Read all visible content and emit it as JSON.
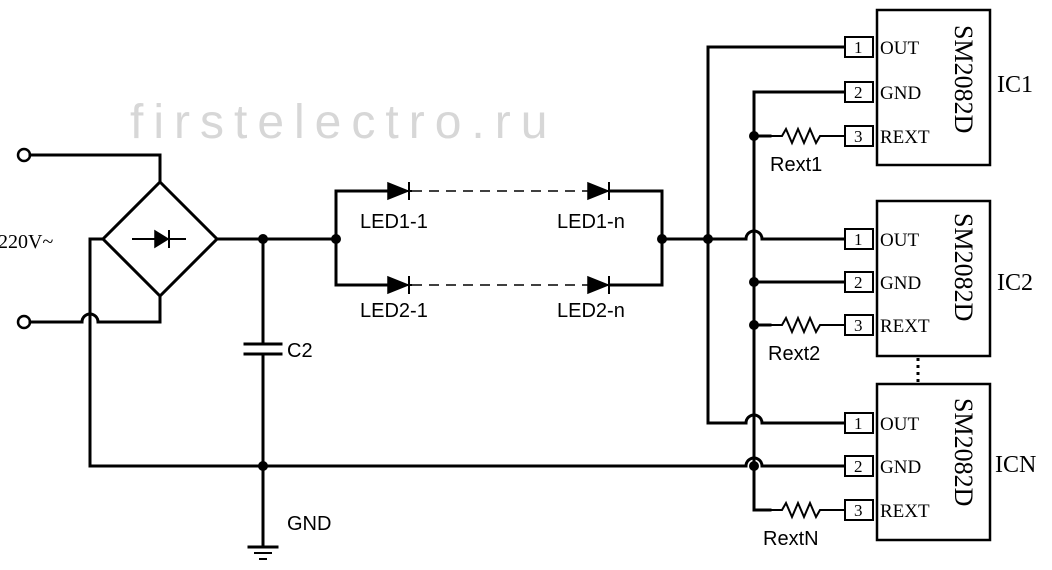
{
  "watermark": "firstelectro.ru",
  "input": {
    "voltage_label": "220V~"
  },
  "capacitor": {
    "label": "C2"
  },
  "ground": {
    "label": "GND"
  },
  "leds": {
    "top_first": "LED1-1",
    "top_last": "LED1-n",
    "bottom_first": "LED2-1",
    "bottom_last": "LED2-n"
  },
  "ics": [
    {
      "name": "IC1",
      "chip": "SM2082D",
      "resistor": "Rext1",
      "pins": [
        {
          "number": "1",
          "name": "OUT"
        },
        {
          "number": "2",
          "name": "GND"
        },
        {
          "number": "3",
          "name": "REXT"
        }
      ]
    },
    {
      "name": "IC2",
      "chip": "SM2082D",
      "resistor": "Rext2",
      "pins": [
        {
          "number": "1",
          "name": "OUT"
        },
        {
          "number": "2",
          "name": "GND"
        },
        {
          "number": "3",
          "name": "REXT"
        }
      ]
    },
    {
      "name": "ICN",
      "chip": "SM2082D",
      "resistor": "RextN",
      "pins": [
        {
          "number": "1",
          "name": "OUT"
        },
        {
          "number": "2",
          "name": "GND"
        },
        {
          "number": "3",
          "name": "REXT"
        }
      ]
    }
  ]
}
